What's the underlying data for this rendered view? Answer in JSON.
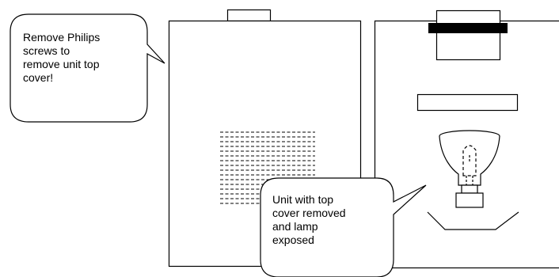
{
  "callouts": {
    "remove_cover": {
      "lines": [
        "Remove Philips",
        "screws to",
        "remove unit top",
        "cover!"
      ]
    },
    "unit_removed": {
      "lines": [
        "Unit with top",
        "cover removed",
        "and lamp",
        "exposed"
      ]
    }
  }
}
